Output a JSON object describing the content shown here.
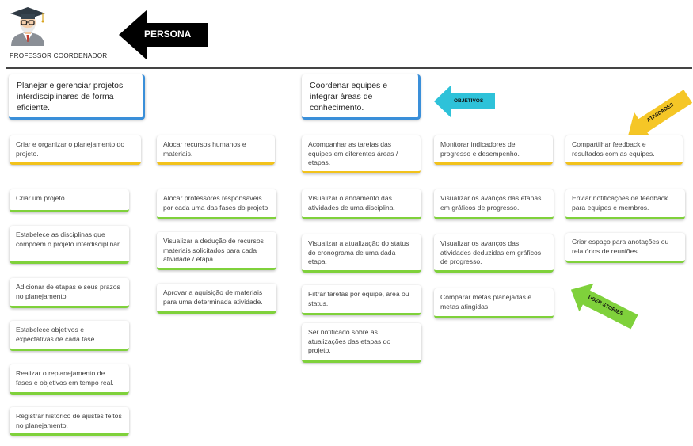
{
  "persona": {
    "icon": "professor-avatar-icon",
    "label": "PROFESSOR COORDENADOR",
    "arrow_label": "PERSONA"
  },
  "annotations": {
    "objetivos": "OBJETIVOS",
    "atividades": "ATIVIDADES",
    "user_stories": "USER STORIES"
  },
  "colors": {
    "goal_border": "#3a8fd9",
    "activity_border": "#f2c21b",
    "story_border": "#7fd13b",
    "objetivos_arrow": "#2ec2d9",
    "atividades_arrow": "#f5c626",
    "stories_arrow": "#7fd13b"
  },
  "goals": [
    "Planejar e gerenciar projetos interdisciplinares de forma eficiente.",
    "Coordenar equipes e integrar áreas de conhecimento."
  ],
  "activities": [
    "Criar e organizar o planejamento do projeto.",
    "Alocar recursos humanos e materiais.",
    "Acompanhar as tarefas das equipes em diferentes áreas / etapas.",
    "Monitorar indicadores de progresso e desempenho.",
    "Compartilhar feedback e resultados com as equipes."
  ],
  "stories": {
    "col1": [
      "Criar um projeto",
      "Estabelece as disciplinas que compõem o projeto interdisciplinar",
      "Adicionar de etapas e seus prazos no planejamento",
      "Estabelece objetivos e expectativas de cada fase.",
      "Realizar o replanejamento de fases e objetivos em tempo real.",
      "Registrar histórico de ajustes feitos no planejamento."
    ],
    "col2": [
      "Alocar professores responsáveis por cada uma das fases do projeto",
      "Visualizar a dedução de recursos materiais solicitados para cada atividade / etapa.",
      "Aprovar a aquisição de materiais para uma determinada atividade."
    ],
    "col3": [
      "Visualizar o andamento das atividades de uma disciplina.",
      "Visualizar a atualização do status do cronograma de uma dada etapa.",
      "Filtrar tarefas por equipe, área ou status.",
      "Ser notificado sobre as atualizações das etapas do projeto."
    ],
    "col4": [
      "Visualizar os avanços das etapas em gráficos de progresso.",
      "Visualizar os avanços das atividades deduzidas em gráficos de progresso.",
      "Comparar metas planejadas e metas atingidas."
    ],
    "col5": [
      "Enviar notificações de feedback para equipes e membros.",
      "Criar espaço para anotações ou relatórios de reuniões."
    ]
  }
}
